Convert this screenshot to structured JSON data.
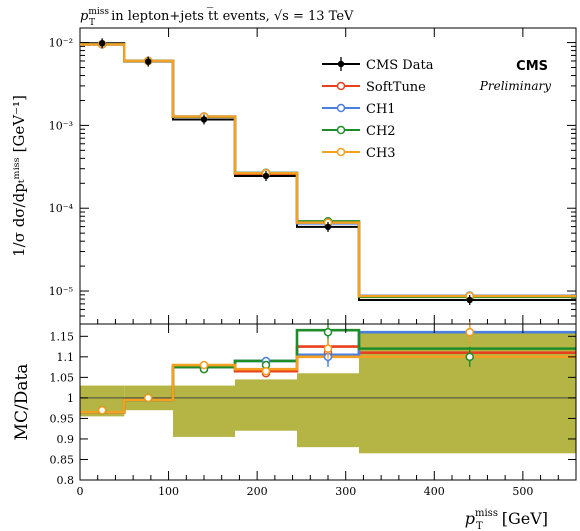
{
  "figure": {
    "header": {
      "var_main": "p",
      "var_sup": "miss",
      "var_sub": "T",
      "text": " in lepton+jets t̅t events, √s = 13 TeV"
    },
    "experiment": "CMS",
    "status": "Preliminary"
  },
  "chart_data": [
    {
      "type": "line",
      "subtype": "step-histogram",
      "yscale": "log",
      "ylabel": "1/σ dσ/dpₜᵐⁱˢˢ [GeV⁻¹]",
      "ylim": [
        4e-06,
        0.015
      ],
      "xlim": [
        0,
        560
      ],
      "y_ticks": [
        {
          "v": 0.01,
          "label": "10⁻²"
        },
        {
          "v": 0.001,
          "label": "10⁻³"
        },
        {
          "v": 0.0001,
          "label": "10⁻⁴"
        },
        {
          "v": 1e-05,
          "label": "10⁻⁵"
        }
      ],
      "bin_edges": [
        0,
        50,
        105,
        175,
        245,
        315,
        560
      ],
      "legend_position": "top-right",
      "data": {
        "name": "CMS Data",
        "color": "#000000",
        "x": [
          25,
          77,
          140,
          210,
          280,
          440
        ],
        "values": [
          0.0098,
          0.0059,
          0.00118,
          0.000245,
          5.95e-05,
          7.8e-06
        ]
      },
      "series": [
        {
          "name": "SoftTune",
          "color": "#e8401c",
          "values": [
            0.0095,
            0.006,
            0.00128,
            0.00026,
            6.75e-05,
            8.8e-06
          ]
        },
        {
          "name": "CH1",
          "color": "#4a7fe0",
          "values": [
            0.0095,
            0.006,
            0.00128,
            0.000267,
            6.55e-05,
            8.8e-06
          ]
        },
        {
          "name": "CH2",
          "color": "#1f8c2a",
          "values": [
            0.0095,
            0.006,
            0.00127,
            0.000267,
            6.95e-05,
            8.5e-06
          ]
        },
        {
          "name": "CH3",
          "color": "#f5a020",
          "values": [
            0.0095,
            0.006,
            0.00128,
            0.000265,
            6.7e-05,
            8.7e-06
          ]
        }
      ]
    },
    {
      "type": "line",
      "subtype": "ratio-step",
      "ylabel": "MC/Data",
      "xlabel_main": "p",
      "xlabel_sub": "T",
      "xlabel_sup": "miss",
      "xlabel_unit": " [GeV]",
      "ylim": [
        0.8,
        1.18
      ],
      "y_ticks": [
        {
          "v": 0.8,
          "label": "0.8"
        },
        {
          "v": 0.85,
          "label": "0.85"
        },
        {
          "v": 0.9,
          "label": "0.9"
        },
        {
          "v": 0.95,
          "label": "0.95"
        },
        {
          "v": 1.0,
          "label": "1"
        },
        {
          "v": 1.05,
          "label": "1.05"
        },
        {
          "v": 1.1,
          "label": "1.1"
        },
        {
          "v": 1.15,
          "label": "1.15"
        }
      ],
      "x_ticks": [
        {
          "v": 0,
          "label": "0"
        },
        {
          "v": 100,
          "label": "100"
        },
        {
          "v": 200,
          "label": "200"
        },
        {
          "v": 300,
          "label": "300"
        },
        {
          "v": 400,
          "label": "400"
        },
        {
          "v": 500,
          "label": "500"
        }
      ],
      "uncertainty_band": {
        "color": "#b5b545",
        "low": [
          0.955,
          0.97,
          0.905,
          0.92,
          0.88,
          0.865
        ],
        "high": [
          1.03,
          1.03,
          1.03,
          1.045,
          1.06,
          1.16
        ]
      },
      "series": [
        {
          "name": "SoftTune",
          "color": "#e8401c",
          "values": [
            0.965,
            0.995,
            1.075,
            1.065,
            1.125,
            1.11
          ],
          "markers": [
            0.97,
            1.0,
            1.07,
            1.06,
            1.11,
            1.16
          ]
        },
        {
          "name": "CH1",
          "color": "#4a7fe0",
          "values": [
            0.965,
            0.995,
            1.075,
            1.09,
            1.105,
            1.16
          ],
          "markers": [
            0.97,
            1.0,
            1.075,
            1.09,
            1.1,
            1.16
          ]
        },
        {
          "name": "CH2",
          "color": "#1f8c2a",
          "values": [
            0.965,
            0.995,
            1.075,
            1.09,
            1.165,
            1.12
          ],
          "markers": [
            0.97,
            1.0,
            1.07,
            1.08,
            1.16,
            1.1
          ]
        },
        {
          "name": "CH3",
          "color": "#f5a020",
          "values": [
            0.965,
            0.995,
            1.08,
            1.07,
            1.1,
            1.1
          ],
          "markers": [
            0.97,
            1.0,
            1.08,
            1.065,
            1.12,
            1.16
          ]
        }
      ]
    }
  ]
}
